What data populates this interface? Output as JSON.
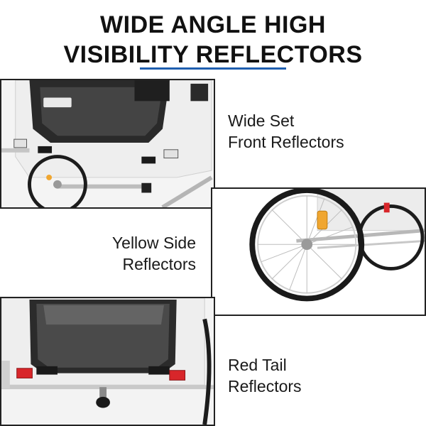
{
  "title": {
    "line1": "WIDE ANGLE HIGH",
    "line2": "VISIBILITY REFLECTORS"
  },
  "captions": {
    "front": {
      "line1": "Wide Set",
      "line2": "Front Reflectors"
    },
    "side": {
      "line1": "Yellow Side",
      "line2": "Reflectors"
    },
    "tail": {
      "line1": "Red Tail",
      "line2": "Reflectors"
    }
  },
  "colors": {
    "accent_underline": "#1f5fb0",
    "reflector_yellow": "#f0a630",
    "reflector_red": "#d8262a",
    "reflector_white": "#e8e8e8",
    "fabric": "#f2f2f2",
    "frame": "#bfbfbf"
  }
}
